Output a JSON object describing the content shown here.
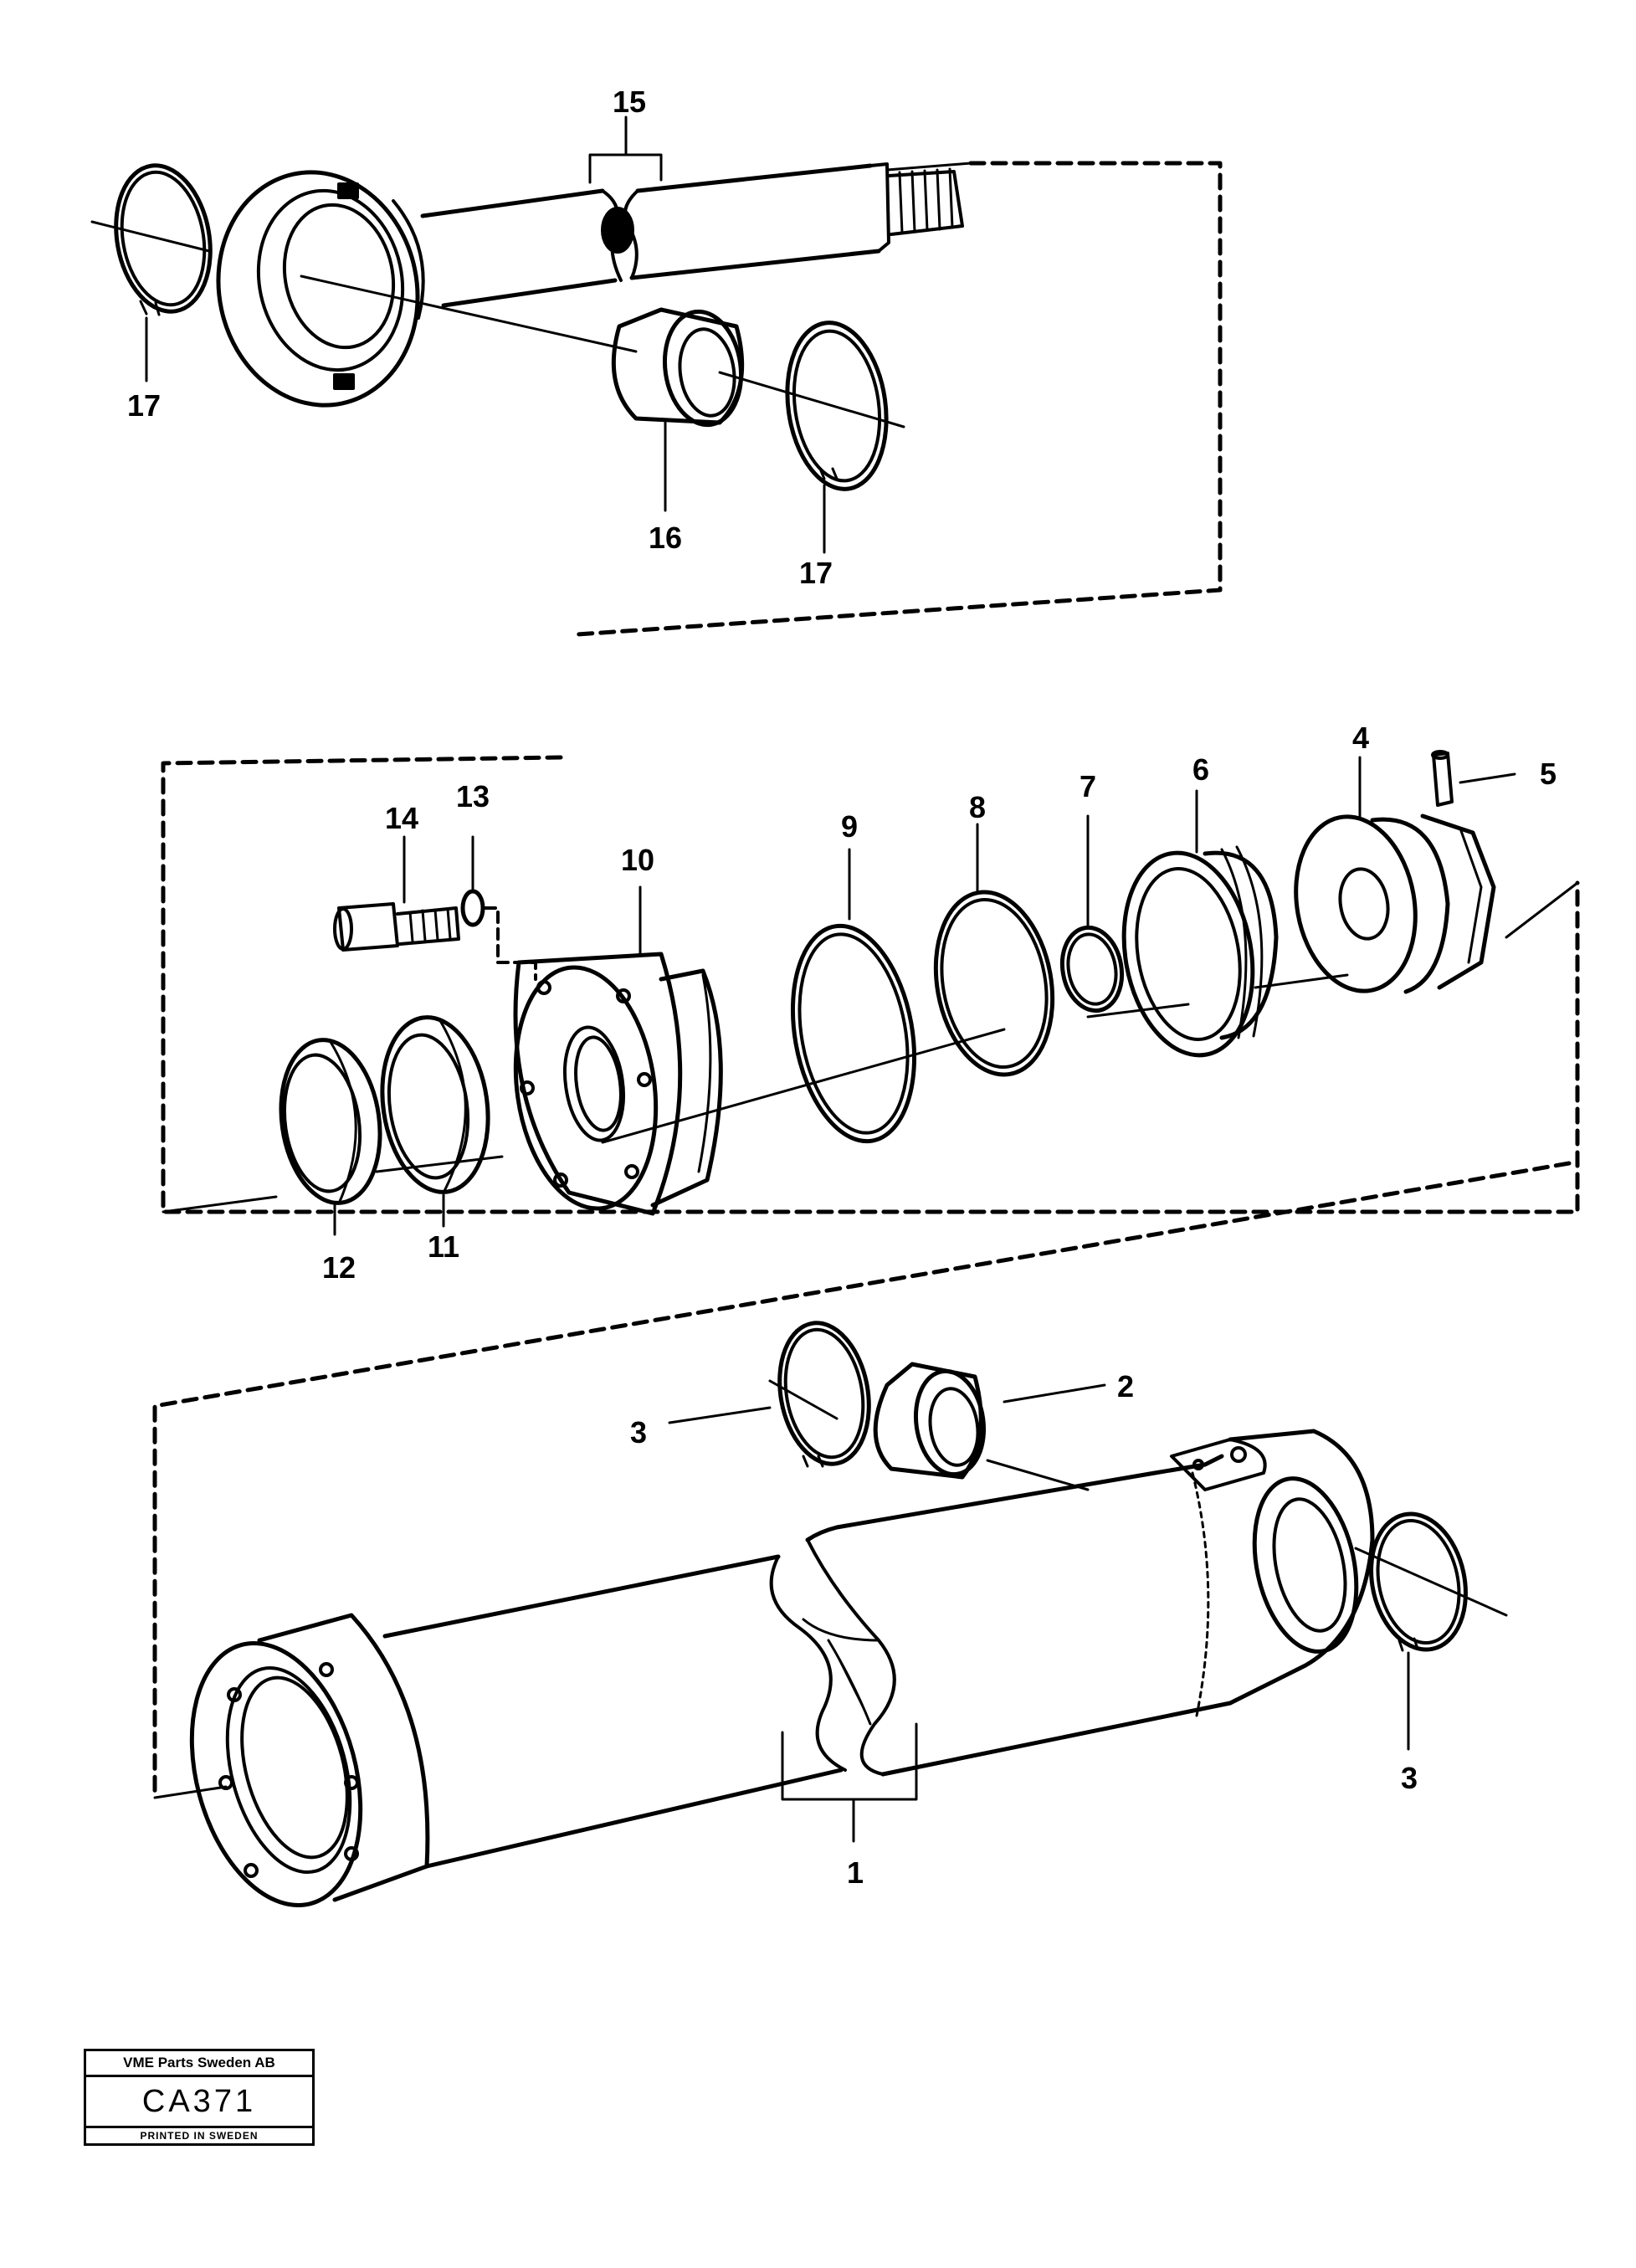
{
  "callouts": {
    "c15": "15",
    "c17a": "17",
    "c16": "16",
    "c17b": "17",
    "c4": "4",
    "c5": "5",
    "c6": "6",
    "c7": "7",
    "c8": "8",
    "c9": "9",
    "c13": "13",
    "c14": "14",
    "c10": "10",
    "c12": "12",
    "c11": "11",
    "c3a": "3",
    "c2": "2",
    "c3b": "3",
    "c1": "1"
  },
  "title_block": {
    "company": "VME Parts Sweden AB",
    "code": "CA371",
    "printed": "PRINTED IN SWEDEN"
  }
}
